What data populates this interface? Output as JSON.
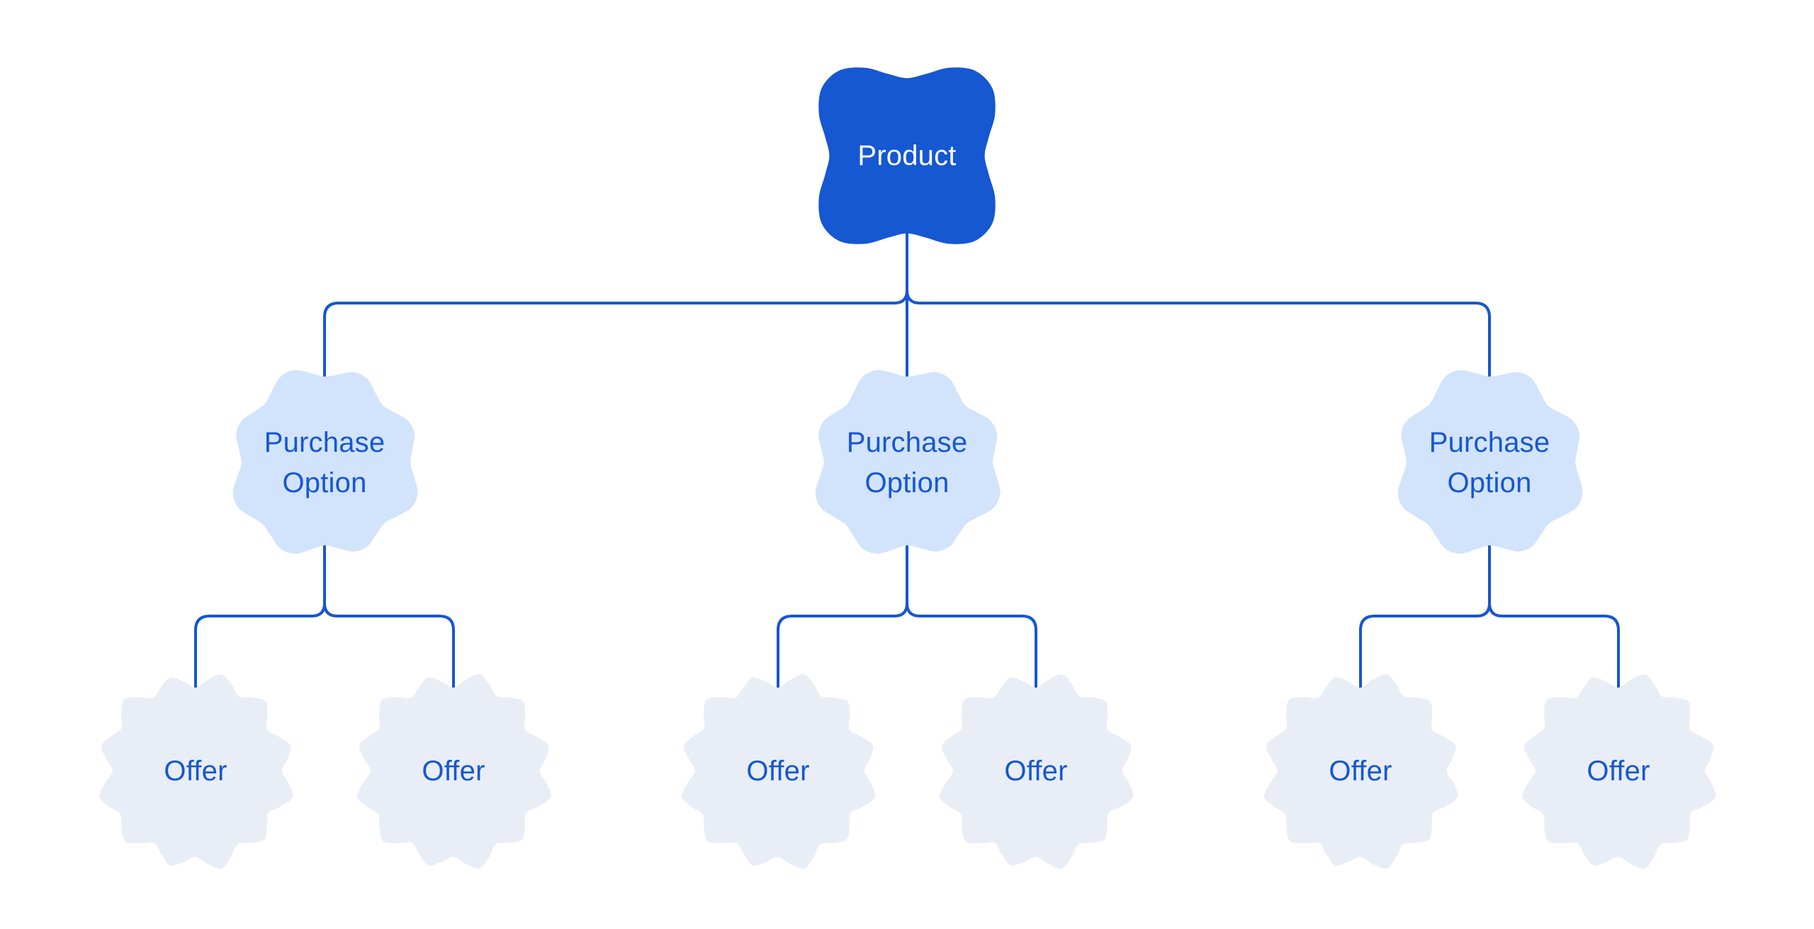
{
  "diagram": {
    "root": {
      "label": "Product"
    },
    "purchase_options": [
      {
        "label": "Purchase Option",
        "offers": [
          {
            "label": "Offer"
          },
          {
            "label": "Offer"
          }
        ]
      },
      {
        "label": "Purchase Option",
        "offers": [
          {
            "label": "Offer"
          },
          {
            "label": "Offer"
          }
        ]
      },
      {
        "label": "Purchase Option",
        "offers": [
          {
            "label": "Offer"
          },
          {
            "label": "Offer"
          }
        ]
      }
    ]
  },
  "colors": {
    "background": "#ffffff",
    "primary_blue": "#1657d2",
    "connector_blue": "#1657d2",
    "option_node_fill": "#d2e3fc",
    "offer_node_fill": "#e9edf6",
    "label_text_blue": "#1657d2",
    "root_label_text": "#ffffff"
  }
}
